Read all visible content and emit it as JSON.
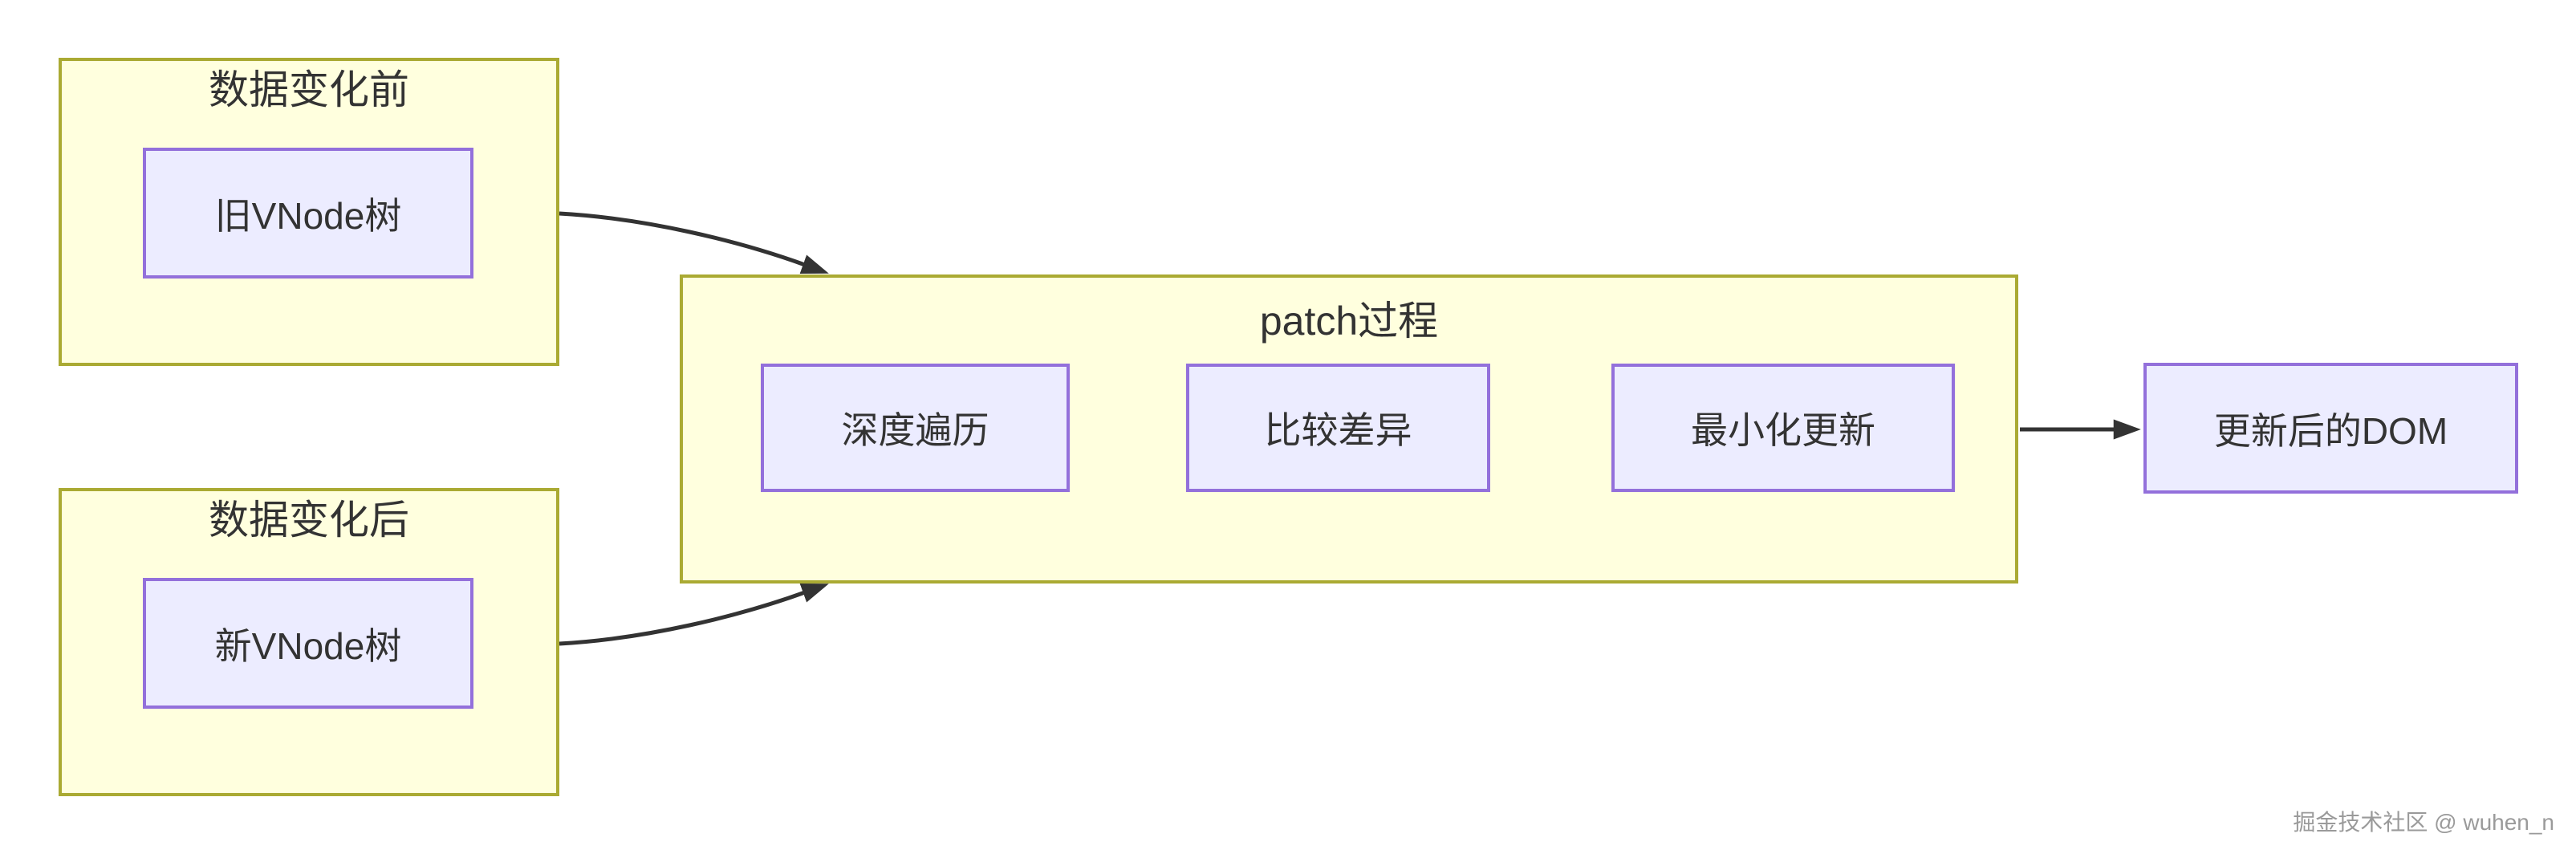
{
  "diagram": {
    "type": "flowchart",
    "direction": "left-to-right",
    "clusters": [
      {
        "id": "before",
        "title": "数据变化前",
        "nodes": [
          {
            "id": "old-vnode",
            "label": "旧VNode树"
          }
        ]
      },
      {
        "id": "after",
        "title": "数据变化后",
        "nodes": [
          {
            "id": "new-vnode",
            "label": "新VNode树"
          }
        ]
      },
      {
        "id": "patch",
        "title": "patch过程",
        "nodes": [
          {
            "id": "traverse",
            "label": "深度遍历"
          },
          {
            "id": "diff",
            "label": "比较差异"
          },
          {
            "id": "minimal",
            "label": "最小化更新"
          }
        ]
      }
    ],
    "nodes": [
      {
        "id": "updated-dom",
        "label": "更新后的DOM"
      }
    ],
    "edges": [
      {
        "from": "old-vnode",
        "to": "patch",
        "shape": "curved"
      },
      {
        "from": "new-vnode",
        "to": "patch",
        "shape": "curved"
      },
      {
        "from": "patch",
        "to": "updated-dom",
        "shape": "straight"
      }
    ]
  },
  "colors": {
    "background": "#ffffff",
    "cluster_fill": "#ffffde",
    "cluster_border": "#aaaa33",
    "node_fill": "#ececff",
    "node_border": "#9370db",
    "text": "#333333",
    "arrow": "#333333",
    "watermark": "#9a9a9a"
  },
  "watermark": {
    "text": "掘金技术社区 @ wuhen_n"
  }
}
